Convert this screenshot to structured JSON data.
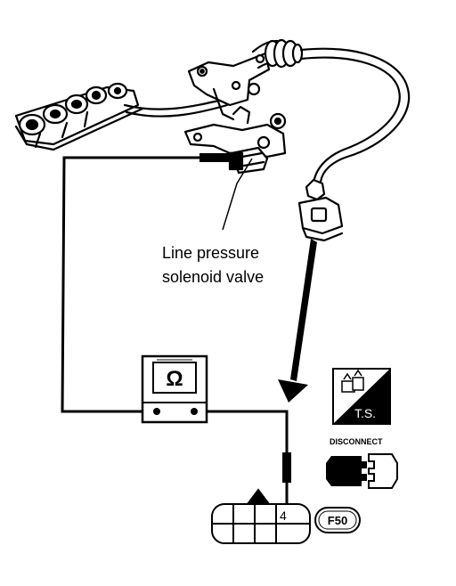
{
  "labels": {
    "solenoid_line1": "Line pressure",
    "solenoid_line2": "solenoid valve",
    "meter_symbol": "Ω",
    "ts_badge": "T.S.",
    "disconnect": "DISCONNECT",
    "terminal_number": "4",
    "connector_id": "F50"
  }
}
